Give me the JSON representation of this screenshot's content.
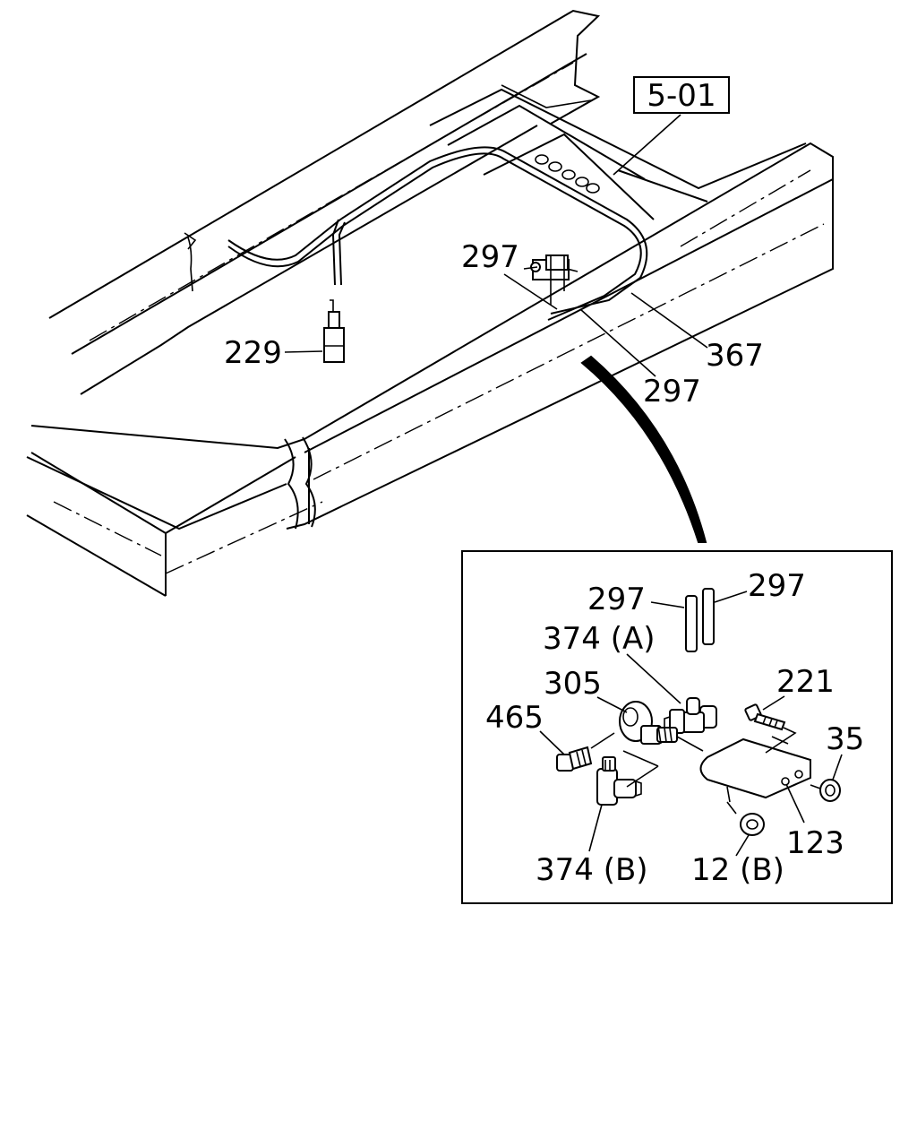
{
  "reference_box": {
    "label": "5-01"
  },
  "callouts": {
    "main_297_a": "297",
    "main_229": "229",
    "main_367": "367",
    "main_297_b": "297",
    "detail_297_a": "297",
    "detail_297_b": "297",
    "detail_374a": "374 (A)",
    "detail_305": "305",
    "detail_221": "221",
    "detail_465": "465",
    "detail_35": "35",
    "detail_123": "123",
    "detail_374b": "374 (B)",
    "detail_12b": "12 (B)"
  }
}
